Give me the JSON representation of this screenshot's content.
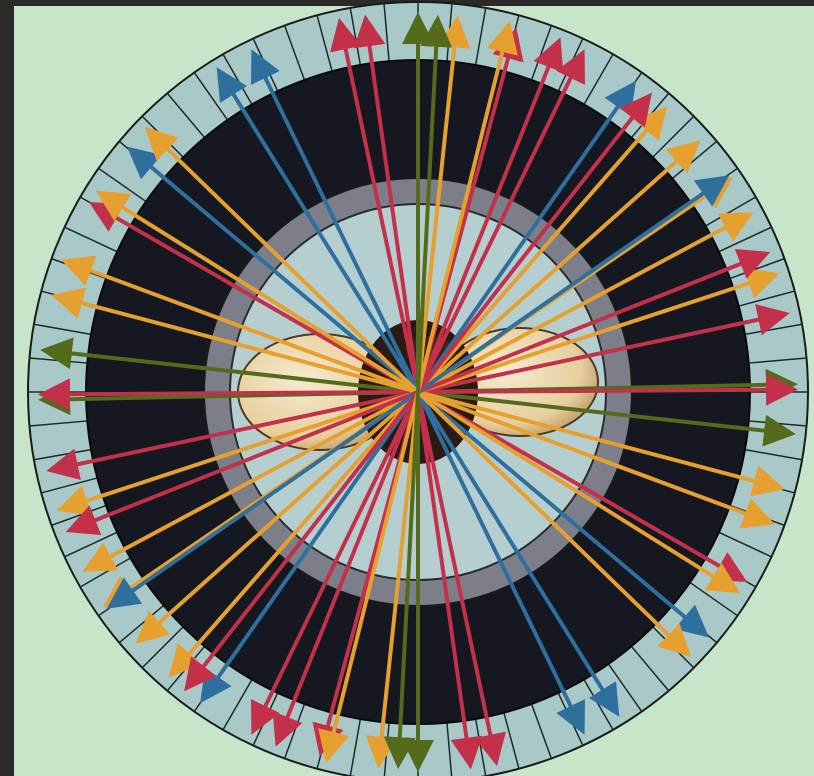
{
  "diagram": {
    "background": "#c7e6c9",
    "outer_frame": "#2a2a2a",
    "detector_fill": "#a9c9c8",
    "detector_count": 72,
    "gantry_fill": "#151820",
    "collar_fill": "#7c7f8a",
    "body_fill": "#b5cfd0",
    "organ_fill": "#e9d5a8",
    "tumor_fill": "#2a1a14",
    "line_colors": {
      "red": "#c2304a",
      "blue": "#2e6f9e",
      "orange": "#e6a030",
      "green": "#556b1c"
    },
    "lines": [
      {
        "color": "red",
        "a": 258,
        "b": 78
      },
      {
        "color": "red",
        "a": 262,
        "b": 82
      },
      {
        "color": "green",
        "a": 270,
        "b": 90
      },
      {
        "color": "orange",
        "a": 276,
        "b": 96
      },
      {
        "color": "red",
        "a": 285,
        "b": 105
      },
      {
        "color": "red",
        "a": 292,
        "b": 112
      },
      {
        "color": "blue",
        "a": 244,
        "b": 64
      },
      {
        "color": "blue",
        "a": 305,
        "b": 125
      },
      {
        "color": "orange",
        "a": 311,
        "b": 131
      },
      {
        "color": "orange",
        "a": 318,
        "b": 138
      },
      {
        "color": "orange",
        "a": 326,
        "b": 146
      },
      {
        "color": "orange",
        "a": 332,
        "b": 152
      },
      {
        "color": "red",
        "a": 348,
        "b": 168
      },
      {
        "color": "green",
        "a": 179,
        "b": 359
      },
      {
        "color": "green",
        "a": 6,
        "b": 186
      },
      {
        "color": "red",
        "a": 0,
        "b": 180
      },
      {
        "color": "orange",
        "a": 15,
        "b": 195
      },
      {
        "color": "red",
        "a": 30,
        "b": 210
      },
      {
        "color": "blue",
        "a": 40,
        "b": 220
      },
      {
        "color": "blue",
        "a": 58,
        "b": 238
      },
      {
        "color": "orange",
        "a": 200,
        "b": 20
      },
      {
        "color": "orange",
        "a": 224,
        "b": 44
      },
      {
        "color": "orange",
        "a": 212,
        "b": 32
      },
      {
        "color": "orange",
        "a": 162,
        "b": 342
      },
      {
        "color": "orange",
        "a": 146,
        "b": 326
      },
      {
        "color": "red",
        "a": 158,
        "b": 338
      },
      {
        "color": "blue",
        "a": 145,
        "b": 325
      },
      {
        "color": "red",
        "a": 128,
        "b": 308
      },
      {
        "color": "red",
        "a": 116,
        "b": 296
      },
      {
        "color": "orange",
        "a": 104,
        "b": 284
      },
      {
        "color": "green",
        "a": 93,
        "b": 273
      }
    ]
  }
}
